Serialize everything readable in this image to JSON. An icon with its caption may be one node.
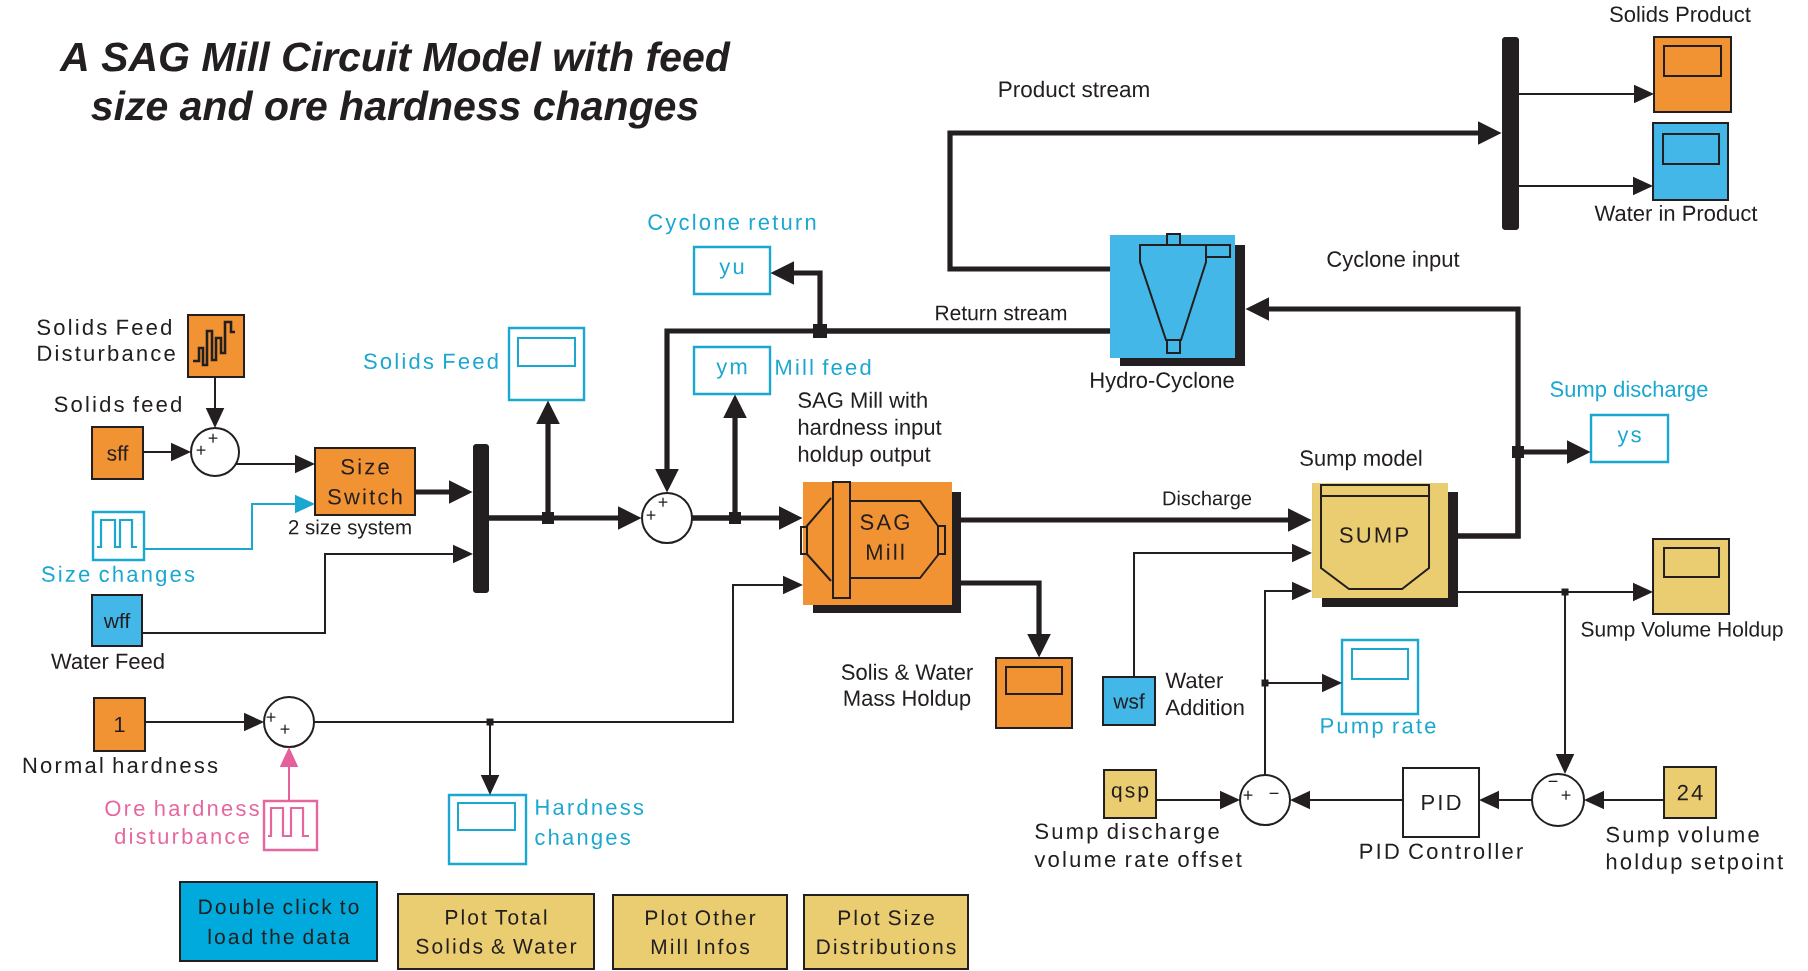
{
  "diagram": {
    "title": "A SAG Mill Circuit Model with feed size and ore hardness changes",
    "nodes": [
      {
        "text": [
          "Solids Product"
        ]
      },
      {
        "text": [
          "Water in Product"
        ]
      },
      {
        "text": [],
        "shape": "bar"
      },
      {
        "text": [
          "Cyclone return",
          "yu"
        ]
      },
      {
        "text": [
          "Hydro-Cyclone"
        ]
      },
      {
        "text": [
          "Solids Feed Disturbance"
        ]
      },
      {
        "text": [
          "Solids Feed"
        ]
      },
      {
        "text": [
          "ym",
          "Mill feed"
        ]
      },
      {
        "text": [
          "SAG Mill with hardness input holdup output",
          "SAG Mill"
        ]
      },
      {
        "text": [
          "Sump discharge",
          "ys"
        ]
      },
      {
        "text": [
          "Solids feed",
          "sff"
        ]
      },
      {
        "text": [
          "+",
          "+"
        ]
      },
      {
        "text": [
          "Size Switch",
          "2 size system"
        ]
      },
      {
        "text": [],
        "shape": "bar"
      },
      {
        "text": [
          "+",
          "+"
        ]
      },
      {
        "text": [
          "Sump model",
          "SUMP"
        ]
      },
      {
        "text": [
          "Size changes"
        ]
      },
      {
        "text": [
          "wff",
          "Water Feed"
        ]
      },
      {
        "text": [
          "Sump Volume Holdup"
        ]
      },
      {
        "text": [
          "Solis & Water Mass Holdup"
        ]
      },
      {
        "text": [
          "wsf",
          "Water Addition"
        ]
      },
      {
        "text": [
          "1",
          "Normal hardness"
        ]
      },
      {
        "text": [
          "+",
          "+"
        ]
      },
      {
        "text": [
          "Pump rate"
        ]
      },
      {
        "text": [
          "Ore hardness disturbance"
        ]
      },
      {
        "text": [
          "qsp",
          "Sump discharge volume rate offset"
        ]
      },
      {
        "text": [
          "+",
          "−"
        ]
      },
      {
        "text": [
          "PID",
          "PID Controller"
        ]
      },
      {
        "text": [
          "−",
          "+"
        ]
      },
      {
        "text": [
          "24",
          "Sump volume holdup setpoint"
        ]
      },
      {
        "text": [
          "Hardness changes"
        ]
      },
      {
        "text": [
          "Double click to load the data"
        ]
      },
      {
        "text": [
          "Plot Total Solids & Water"
        ]
      },
      {
        "text": [
          "Plot Other Mill Infos"
        ]
      },
      {
        "text": [
          "Plot Size Distributions"
        ]
      }
    ],
    "edges": [
      {
        "from": 4,
        "to": 2,
        "arrow": "to",
        "label": "Product stream",
        "style": "thick"
      },
      {
        "from": 2,
        "to": 0,
        "arrow": "to"
      },
      {
        "from": 2,
        "to": 1,
        "arrow": "to"
      },
      {
        "from": 4,
        "to": 14,
        "arrow": "to",
        "label": "Return stream",
        "style": "thick"
      },
      {
        "from": 4,
        "to": 3,
        "arrow": "to",
        "style": "thick"
      },
      {
        "from": 15,
        "to": 4,
        "arrow": "to",
        "label": "Cyclone input",
        "style": "thick"
      },
      {
        "from": 15,
        "to": 9,
        "arrow": "to",
        "style": "thick"
      },
      {
        "from": 5,
        "to": 11,
        "arrow": "to"
      },
      {
        "from": 10,
        "to": 11,
        "arrow": "to"
      },
      {
        "from": 11,
        "to": 12,
        "arrow": "to"
      },
      {
        "from": 16,
        "to": 12,
        "arrow": "to",
        "color": "#1aa7d0"
      },
      {
        "from": 12,
        "to": 13,
        "arrow": "to",
        "style": "thick"
      },
      {
        "from": 17,
        "to": 13,
        "arrow": "to"
      },
      {
        "from": 13,
        "to": 14,
        "arrow": "to",
        "style": "thick"
      },
      {
        "from": 13,
        "to": 6,
        "arrow": "to",
        "style": "thick"
      },
      {
        "from": 14,
        "to": 8,
        "arrow": "to",
        "style": "thick"
      },
      {
        "from": 14,
        "to": 7,
        "arrow": "to",
        "style": "thick"
      },
      {
        "from": 8,
        "to": 15,
        "arrow": "to",
        "label": "Discharge",
        "style": "thick"
      },
      {
        "from": 8,
        "to": 19,
        "arrow": "to",
        "style": "thick"
      },
      {
        "from": 20,
        "to": 15,
        "arrow": "to"
      },
      {
        "from": 15,
        "to": 18,
        "arrow": "to"
      },
      {
        "from": 15,
        "to": 28,
        "arrow": "to"
      },
      {
        "from": 21,
        "to": 22,
        "arrow": "to"
      },
      {
        "from": 24,
        "to": 22,
        "arrow": "to",
        "color": "#e6609c"
      },
      {
        "from": 22,
        "to": 8,
        "arrow": "to"
      },
      {
        "from": 22,
        "to": 30,
        "arrow": "to"
      },
      {
        "from": 25,
        "to": 26,
        "arrow": "to"
      },
      {
        "from": 26,
        "to": 15,
        "arrow": "to"
      },
      {
        "from": 26,
        "to": 23,
        "arrow": "to"
      },
      {
        "from": 27,
        "to": 26,
        "arrow": "to"
      },
      {
        "from": 28,
        "to": 27,
        "arrow": "to"
      },
      {
        "from": 29,
        "to": 28,
        "arrow": "to"
      }
    ]
  }
}
